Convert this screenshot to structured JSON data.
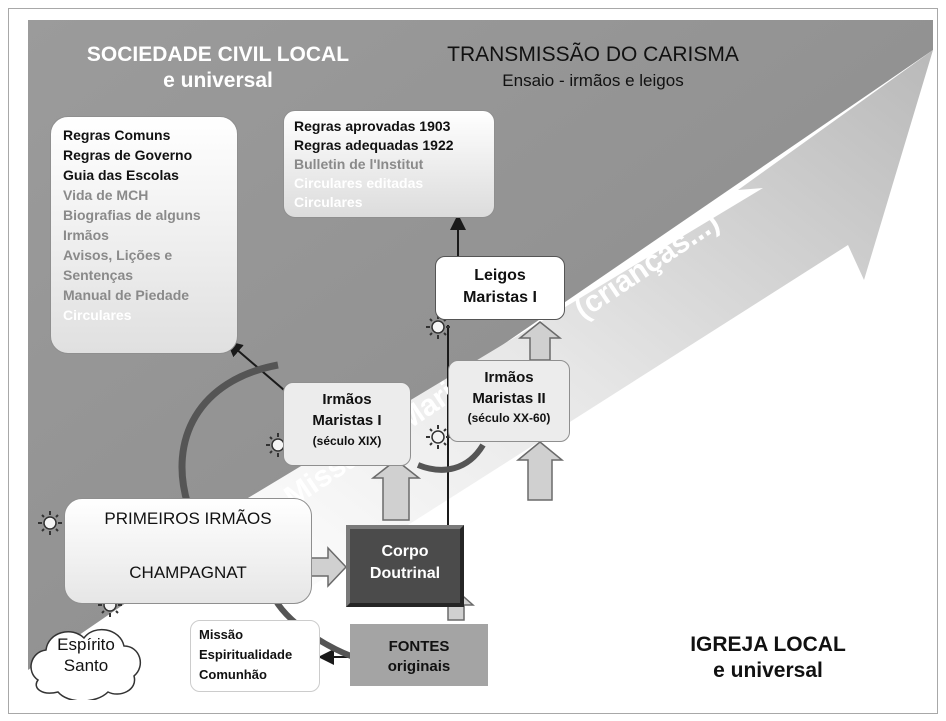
{
  "corners": {
    "top_left": {
      "line1": "SOCIEDADE CIVIL LOCAL",
      "line2": "e universal"
    },
    "top_right": {
      "line1": "TRANSMISSÃO DO CARISMA",
      "line2": "Ensaio - irmãos e leigos"
    },
    "bottom_right": {
      "line1": "IGREJA LOCAL",
      "line2": "e universal"
    }
  },
  "arrow_text": {
    "word1": "Missão",
    "word2": "Marista",
    "tail": "(crianças...)"
  },
  "boxes": {
    "docs_left": [
      {
        "text": "Regras Comuns",
        "tone": "dark"
      },
      {
        "text": "Regras de Governo",
        "tone": "dark"
      },
      {
        "text": "Guia das Escolas",
        "tone": "dark"
      },
      {
        "text": "Vida de MCH",
        "tone": "gray"
      },
      {
        "text": "Biografias de alguns",
        "tone": "gray"
      },
      {
        "text": "Irmãos",
        "tone": "gray"
      },
      {
        "text": "Avisos, Lições e",
        "tone": "gray"
      },
      {
        "text": "Sentenças",
        "tone": "gray"
      },
      {
        "text": "Manual de Piedade",
        "tone": "gray"
      },
      {
        "text": "Circulares",
        "tone": "white"
      }
    ],
    "docs_right": [
      {
        "text": "Regras aprovadas 1903",
        "tone": "dark"
      },
      {
        "text": "Regras adequadas 1922",
        "tone": "dark"
      },
      {
        "text": "Bulletin de l'Institut",
        "tone": "gray"
      },
      {
        "text": "Circulares editadas",
        "tone": "white"
      },
      {
        "text": "Circulares",
        "tone": "white"
      }
    ],
    "leigos": {
      "line1": "Leigos",
      "line2": "Maristas I"
    },
    "irmaos2": {
      "line1": "Irmãos",
      "line2": "Maristas II",
      "line3": "(século XX-60)"
    },
    "irmaos1": {
      "line1": "Irmãos",
      "line2": "Maristas I",
      "line3": "(século XIX)"
    },
    "primeiros": {
      "top": "PRIMEIROS IRMÃOS",
      "bottom": "CHAMPAGNAT"
    },
    "corpo": {
      "line1": "Corpo",
      "line2": "Doutrinal"
    },
    "fontes": {
      "line1": "FONTES",
      "line2": "originais"
    },
    "espirito": {
      "line1": "Espírito",
      "line2": "Santo"
    },
    "missao": {
      "line1": "Missão",
      "line2": "Espiritualidade",
      "line3": "Comunhão"
    }
  },
  "colors": {
    "background_gray": "#8e8e8e",
    "arrow_light": "#d7d7d7",
    "box_fill": "#ececec",
    "corpo_fill": "#4b4b4b",
    "fontes_fill": "#a4a4a4"
  }
}
